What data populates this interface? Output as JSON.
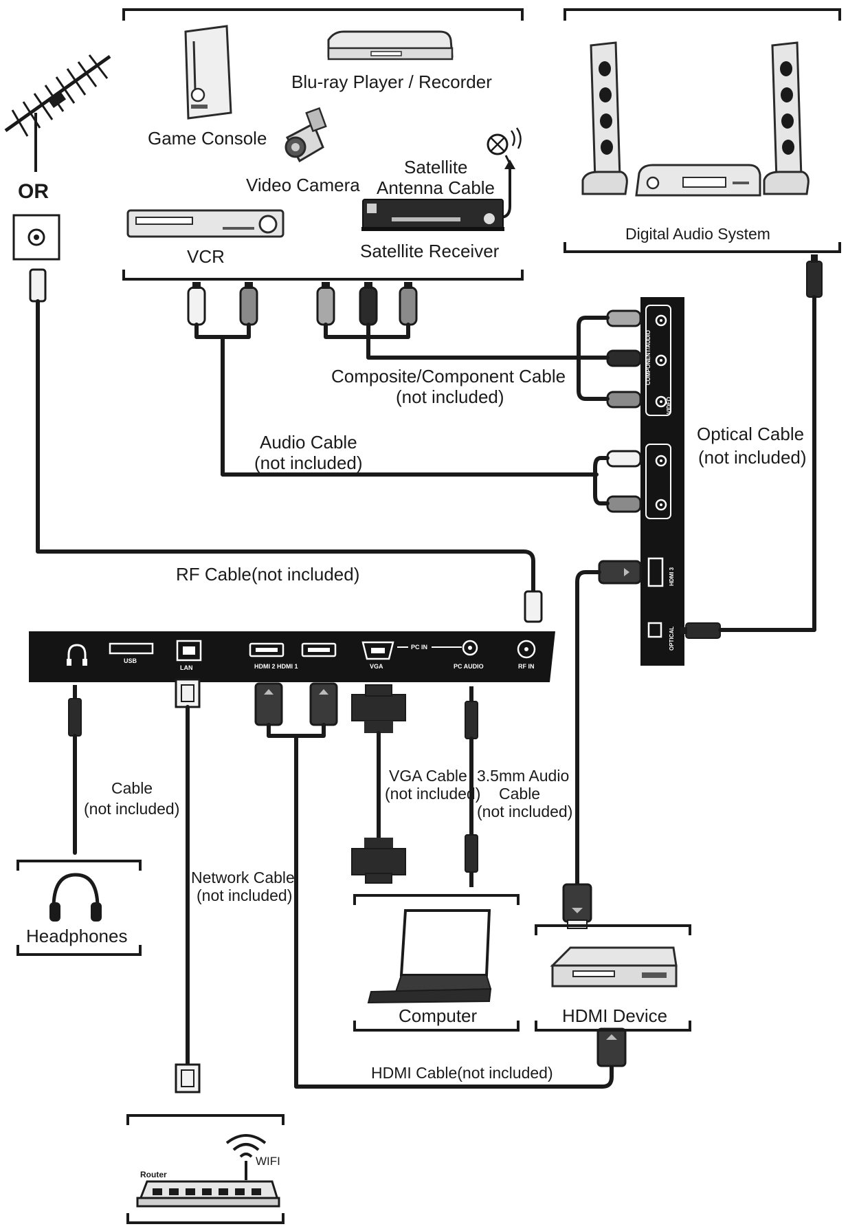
{
  "labels": {
    "or": "OR",
    "game_console": "Game Console",
    "bluray": "Blu-ray Player / Recorder",
    "video_camera": "Video Camera",
    "satellite_line1": "Satellite",
    "satellite_line2": "Antenna Cable",
    "vcr": "VCR",
    "satellite_receiver": "Satellite Receiver",
    "digital_audio_system": "Digital Audio System",
    "composite_cable_1": "Composite/Component Cable",
    "composite_cable_2": "(not included)",
    "audio_cable_1": "Audio Cable",
    "audio_cable_2": "(not included)",
    "optical_cable_1": "Optical Cable",
    "optical_cable_2": "(not included)",
    "rf_cable": "RF Cable(not included)",
    "headphone_cable_1": "Cable",
    "headphone_cable_2": "(not included)",
    "network_cable_1": "Network Cable",
    "network_cable_2": "(not included)",
    "vga_cable_1": "VGA Cable",
    "vga_cable_2": "(not included)",
    "audio35_1": "3.5mm Audio",
    "audio35_2": "Cable",
    "audio35_3": "(not included)",
    "headphones": "Headphones",
    "computer": "Computer",
    "hdmi_device": "HDMI Device",
    "hdmi_cable": "HDMI Cable(not included)",
    "router": "Router",
    "wifi": "WIFI"
  },
  "ports": {
    "usb": "USB",
    "lan": "LAN",
    "hdmi2_hdmi1": "HDMI 2 HDMI 1",
    "vga": "VGA",
    "pc_in": "PC IN",
    "pc_audio": "PC AUDIO",
    "rf_in": "RF IN",
    "component_audio": "COMPONENT/AUDIO",
    "video": "VIDEO",
    "hdmi3": "HDMI 3",
    "optical": "OPTICAL"
  },
  "colors": {
    "panel": "#141414",
    "cable": "#1a1a1a",
    "plug_white": "#f2f2f2",
    "plug_gray": "#8a8a8a",
    "plug_dark": "#2b2b2b"
  }
}
